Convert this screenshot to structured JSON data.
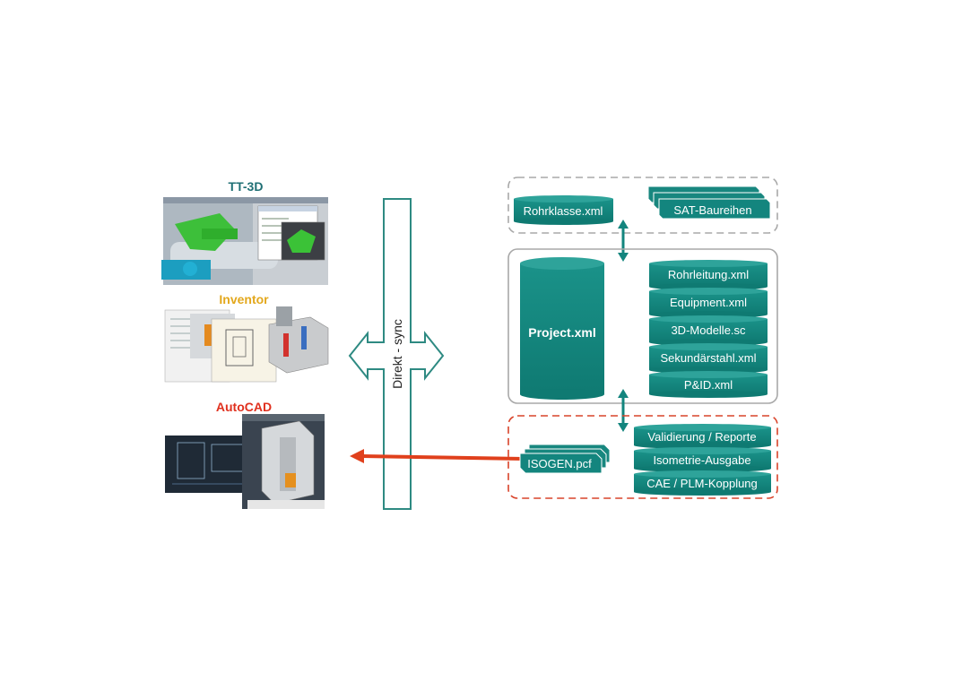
{
  "apps": {
    "tt3d": {
      "title": "TT-3D",
      "color": "#1f6f74"
    },
    "inventor": {
      "title": "Inventor",
      "color": "#e3a81d"
    },
    "autocad": {
      "title": "AutoCAD",
      "color": "#e0301e"
    }
  },
  "sync": {
    "label": "Direkt - sync"
  },
  "top_group": {
    "rohrklasse": "Rohrklasse.xml",
    "sat": "SAT-Baureihen"
  },
  "middle_group": {
    "project": "Project.xml",
    "files": [
      "Rohrleitung.xml",
      "Equipment.xml",
      "3D-Modelle.sc",
      "Sekundärstahl.xml",
      "P&ID.xml"
    ]
  },
  "bottom_group": {
    "isogen": "ISOGEN.pcf",
    "outputs": [
      "Validierung / Reporte",
      "Isometrie-Ausgabe",
      "CAE / PLM-Kopplung"
    ]
  },
  "colors": {
    "teal": "#13857e",
    "teal_dark": "#0c6a63",
    "teal_light": "#2ea39a",
    "red": "#e0401c",
    "grey_border": "#a0a0a0",
    "red_dash": "#d9432a"
  }
}
